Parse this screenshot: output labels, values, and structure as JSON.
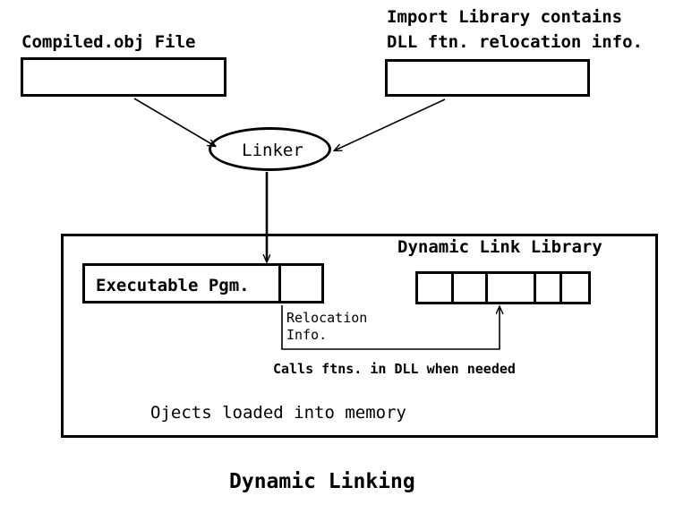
{
  "diagram": {
    "title": "Dynamic Linking",
    "nodes": {
      "compiled_obj": {
        "caption": "Compiled.obj File",
        "box_label": ""
      },
      "import_library": {
        "caption_line1": "Import Library contains",
        "caption_line2": "DLL ftn. relocation info.",
        "box_label": ""
      },
      "linker": {
        "label": "Linker"
      },
      "executable": {
        "label": "Executable Pgm.",
        "segment_label": ""
      },
      "relocation": {
        "line1": "Relocation",
        "line2": "Info."
      },
      "dll": {
        "caption": "Dynamic Link Library",
        "cells": [
          "",
          "",
          "",
          "",
          ""
        ]
      },
      "memory_box": {
        "label": "Ojects loaded into memory"
      }
    },
    "annotations": {
      "calls_note": "Calls ftns. in DLL when needed"
    },
    "colors": {
      "stroke": "#000000",
      "background": "#ffffff"
    }
  }
}
